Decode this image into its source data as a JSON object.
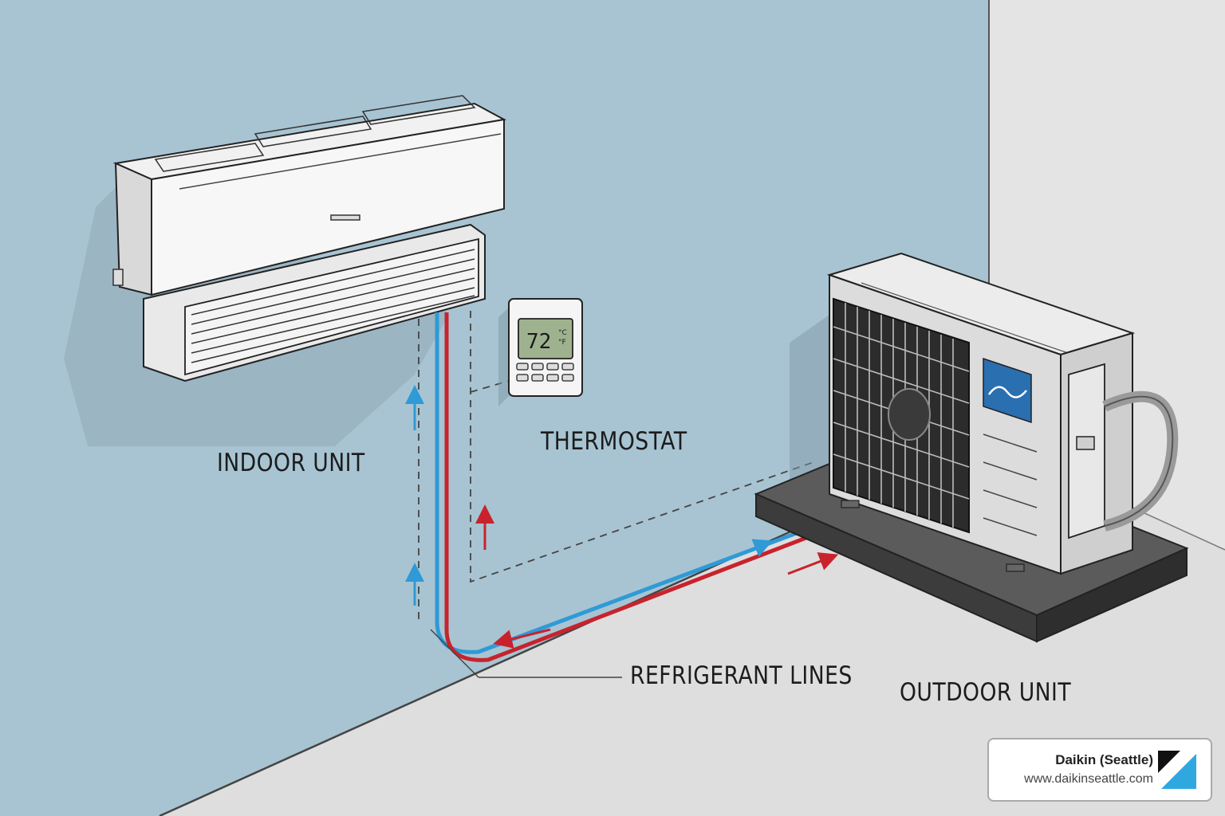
{
  "labels": {
    "indoor_unit": "INDOOR UNIT",
    "thermostat": "THERMOSTAT",
    "refrigerant_lines": "REFRIGERANT LINES",
    "outdoor_unit": "OUTDOOR UNIT"
  },
  "thermostat": {
    "display_value": "72",
    "display_unit_c": "°C",
    "display_unit_f": "°F"
  },
  "badge": {
    "name": "Daikin (Seattle)",
    "url": "www.daikinseattle.com"
  },
  "colors": {
    "wall": "#a8c4d2",
    "floor": "#dedede",
    "side_wall": "#e4e4e4",
    "cold_line": "#2f9ad6",
    "hot_line": "#c8232c",
    "lcd": "#9fb28f",
    "outdoor_logo": "#2a6fb0"
  },
  "icons": {
    "badge_logo": "daikin-triangle-icon",
    "outdoor_logo": "wave-logo-icon",
    "flow_arrow": "arrow-icon"
  }
}
